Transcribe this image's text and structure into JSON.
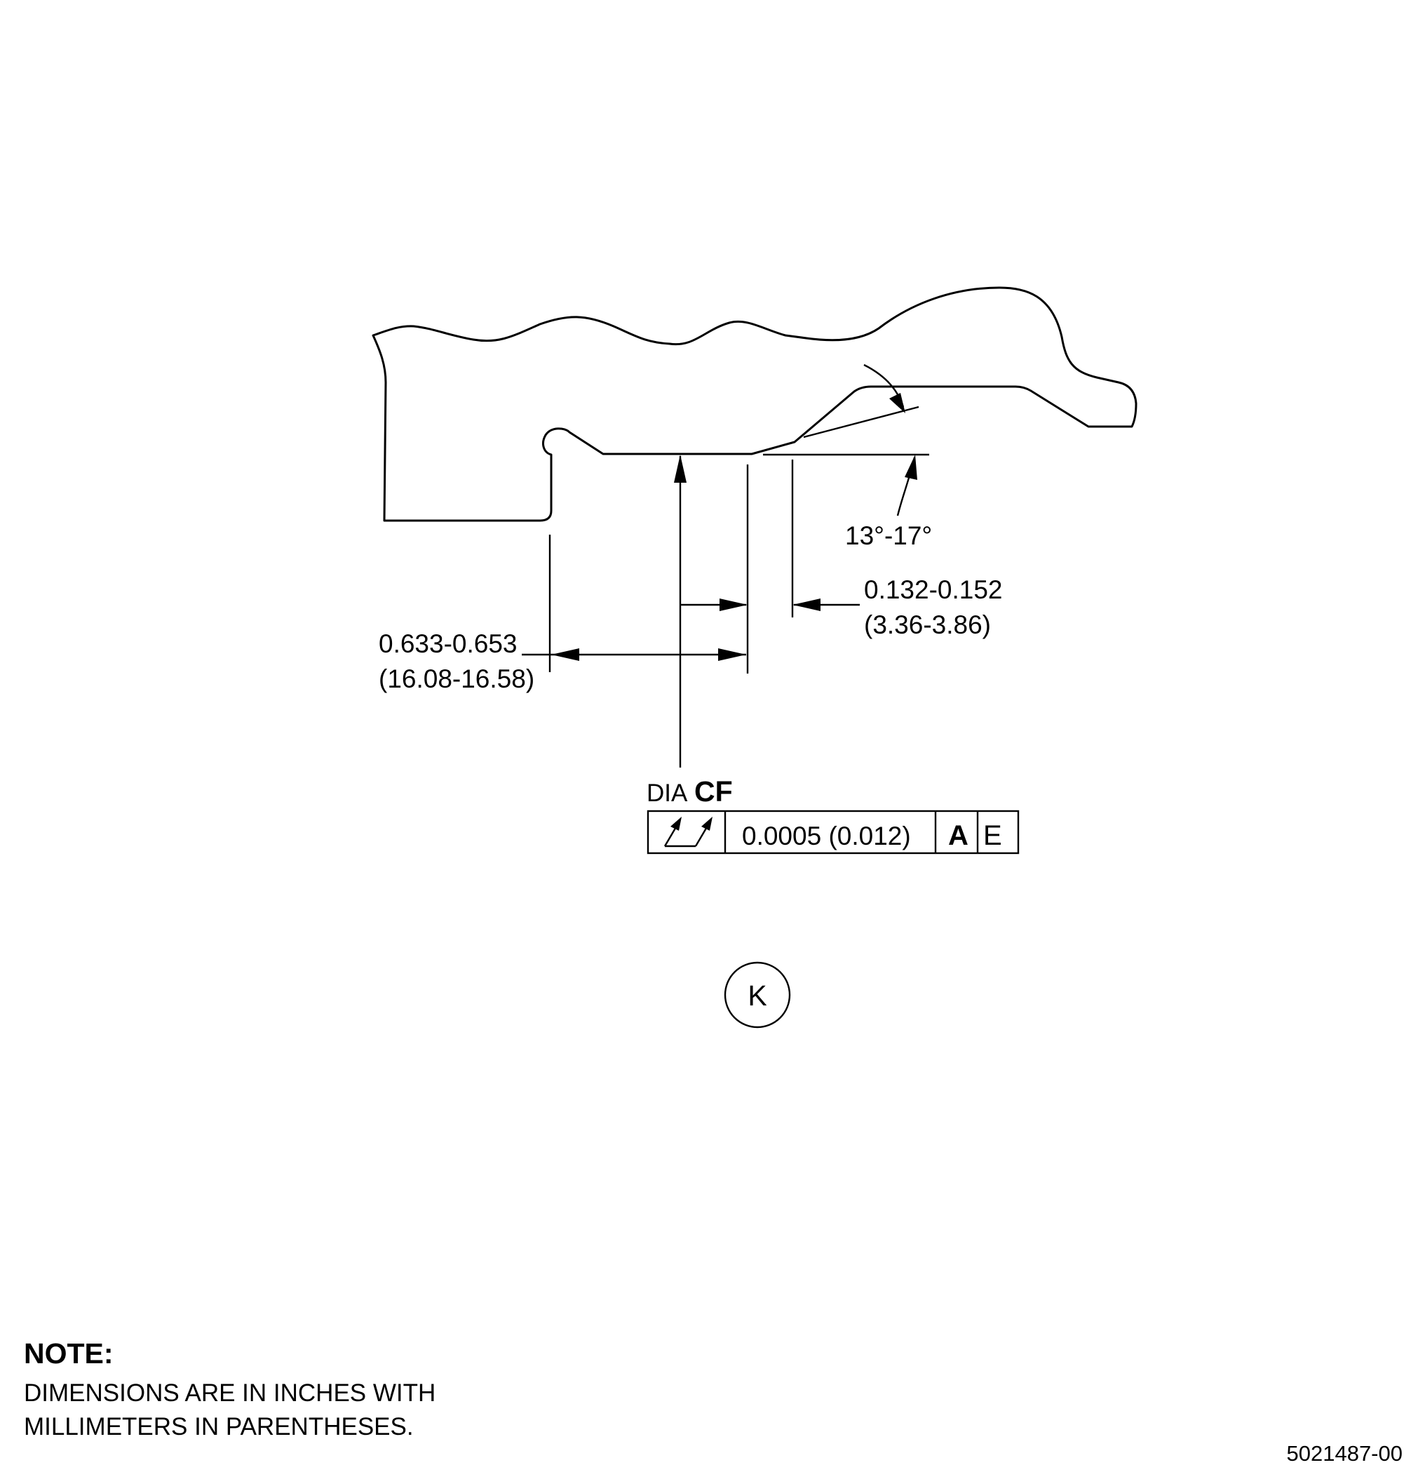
{
  "drawing": {
    "view_label": "K",
    "angle_dimension": "13°-17°",
    "offset_dimension": {
      "inches": "0.132-0.152",
      "millimeters": "(3.36-3.86)"
    },
    "length_dimension": {
      "inches": "0.633-0.653",
      "millimeters": "(16.08-16.58)"
    },
    "diameter_label": {
      "prefix": "DIA",
      "code": "CF"
    },
    "feature_control_frame": {
      "symbol": "total-runout-icon",
      "tolerance": "0.0005 (0.012)",
      "datum_1": "A",
      "datum_2": "E"
    }
  },
  "note": {
    "heading": "NOTE:",
    "line_1": "DIMENSIONS ARE IN INCHES WITH",
    "line_2": "MILLIMETERS IN PARENTHESES."
  },
  "drawing_number": "5021487-00"
}
